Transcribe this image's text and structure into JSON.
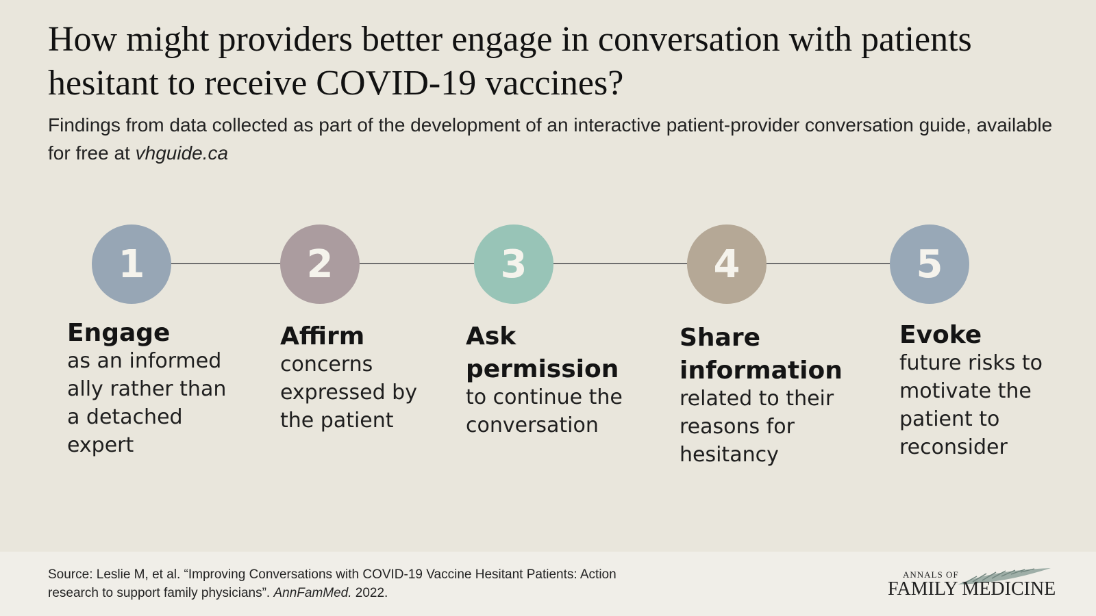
{
  "title": "How might providers better engage in conversation with patients hesitant to receive COVID-19 vaccines?",
  "subtitle": {
    "text": "Findings from data collected as part of the development of an interactive patient-provider conversation guide, available for free at ",
    "url": "vhguide.ca"
  },
  "steps": [
    {
      "number": "1",
      "heading": "Engage",
      "body": "as an informed ally rather than a detached expert",
      "color": "#97a6b5"
    },
    {
      "number": "2",
      "heading": "Affirm",
      "body": "concerns expressed by the patient",
      "color": "#ab9c9f"
    },
    {
      "number": "3",
      "heading": "Ask permission",
      "body": "to continue the conversation",
      "color": "#98c4b7"
    },
    {
      "number": "4",
      "heading": "Share information",
      "body": "related to their reasons for hesitancy",
      "color": "#b5a896"
    },
    {
      "number": "5",
      "heading": "Evoke",
      "body": "future risks to motivate the patient to reconsider",
      "color": "#98a8b7"
    }
  ],
  "source": {
    "prefix": "Source:  Leslie M, et al. “Improving Conversations with COVID-19 Vaccine Hesitant Patients: Action research to support family physicians”. ",
    "journal": "AnnFamMed.",
    "year": " 2022."
  },
  "logo": {
    "top": "ANNALS OF",
    "main": "FAMILY MEDICINE"
  }
}
